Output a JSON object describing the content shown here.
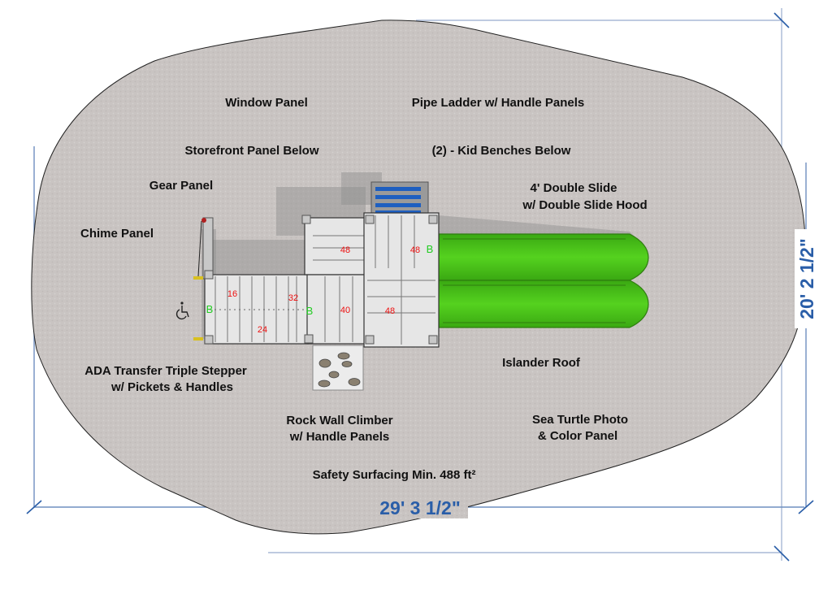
{
  "diagram": {
    "title": "Playground layout plan",
    "labels": {
      "window_panel": "Window Panel",
      "pipe_ladder": "Pipe Ladder w/ Handle Panels",
      "storefront_panel": "Storefront Panel Below",
      "kid_benches": "(2) - Kid Benches Below",
      "gear_panel": "Gear Panel",
      "double_slide_line1": "4' Double Slide",
      "double_slide_line2": "w/ Double Slide Hood",
      "chime_panel": "Chime Panel",
      "ada_line1": "ADA Transfer Triple Stepper",
      "ada_line2": "w/ Pickets & Handles",
      "islander_roof": "Islander Roof",
      "rock_wall_line1": "Rock Wall Climber",
      "rock_wall_line2": "w/ Handle Panels",
      "sea_turtle_line1": "Sea Turtle Photo",
      "sea_turtle_line2": "& Color Panel",
      "safety_surfacing": "Safety Surfacing Min. 488 ft²"
    },
    "deck_heights": {
      "step_16": "16",
      "step_24": "24",
      "step_32": "32",
      "deck_40": "40",
      "deck_48_top": "48",
      "deck_48_right": "48",
      "deck_48_bottom": "48"
    },
    "barrier_markers": [
      "B",
      "B",
      "B"
    ],
    "icons": {
      "accessibility": "wheelchair-icon"
    },
    "dimensions": {
      "width": "29' 3 1/2\"",
      "depth": "20' 2 1/2\""
    },
    "colors": {
      "surfacing": "#c9c4c2",
      "slide": "#4cc31a",
      "ladder": "#1e5fc0",
      "dimension": "#2a5ea8",
      "height_label": "#ee1111",
      "barrier_label": "#22cc22"
    }
  }
}
